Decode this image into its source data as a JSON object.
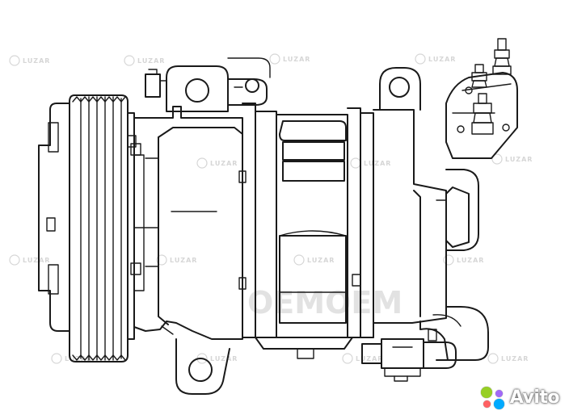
{
  "drawing": {
    "watermark_brand": "LUZAR",
    "watermark_center": "OEMOEM"
  },
  "overlay": {
    "avito_label": "Avito",
    "avito_dot_colors": [
      "#97cf26",
      "#a169f7",
      "#ff6163",
      "#0af"
    ]
  }
}
